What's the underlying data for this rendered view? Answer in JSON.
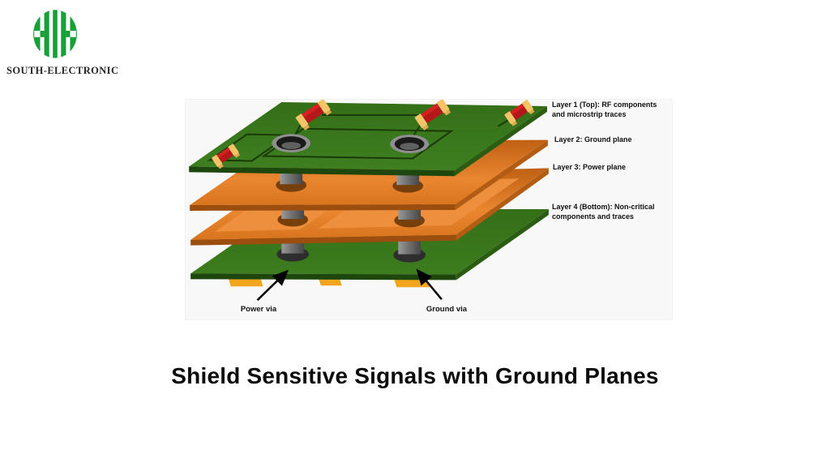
{
  "logo": {
    "brand": "SOUTH-ELECTRONIC",
    "color": "#18a038"
  },
  "title": "Shield Sensitive Signals with Ground Planes",
  "diagram": {
    "layer_labels": [
      {
        "line1": "Layer 1 (Top): RF components",
        "line2": "and microstrip traces"
      },
      {
        "line1": "Layer 2: Ground plane",
        "line2": ""
      },
      {
        "line1": "Layer 3: Power plane",
        "line2": ""
      },
      {
        "line1": "Layer 4 (Bottom): Non-critical",
        "line2": "components and traces"
      }
    ],
    "via_labels": {
      "power": "Power via",
      "ground": "Ground via"
    },
    "colors": {
      "board_green_top": "#3b7a1c",
      "board_green_side": "#1e470d",
      "plane_orange_top": "#d9731e",
      "plane_orange_light_panel": "#ee8f3e",
      "plane_orange_side": "#9c4e0e",
      "via_gray": "#6f6f6f",
      "via_hole_dark": "#1a1a1a",
      "pad_yellow": "#f2a61e",
      "component_body_red": "#b51818",
      "component_cap_yellow": "#f3c468",
      "trace_dark_green": "#1b3a08",
      "figure_background": "#f9f8f8"
    }
  }
}
